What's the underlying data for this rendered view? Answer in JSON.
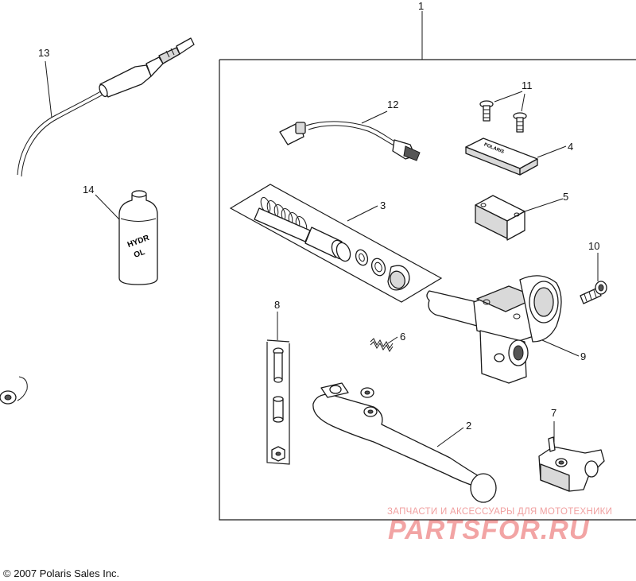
{
  "diagram": {
    "callouts": {
      "c1": "1",
      "c2": "2",
      "c3": "3",
      "c4": "4",
      "c5": "5",
      "c6": "6",
      "c7": "7",
      "c8": "8",
      "c9": "9",
      "c10": "10",
      "c11": "11",
      "c12": "12",
      "c13": "13",
      "c14": "14"
    },
    "bottle_label_line1": "HYDR",
    "bottle_label_line2": "OL",
    "reservoir_cap_text": "POLARIS"
  },
  "copyright": "© 2007 Polaris Sales Inc.",
  "watermark": {
    "line1": "ЗАПЧАСТИ И АКСЕССУАРЫ ДЛЯ МОТОТЕХНИКИ",
    "line2": "PARTSFOR.RU",
    "colors": {
      "line1": "#f0a0a0",
      "line2": "#e85a5a"
    }
  }
}
